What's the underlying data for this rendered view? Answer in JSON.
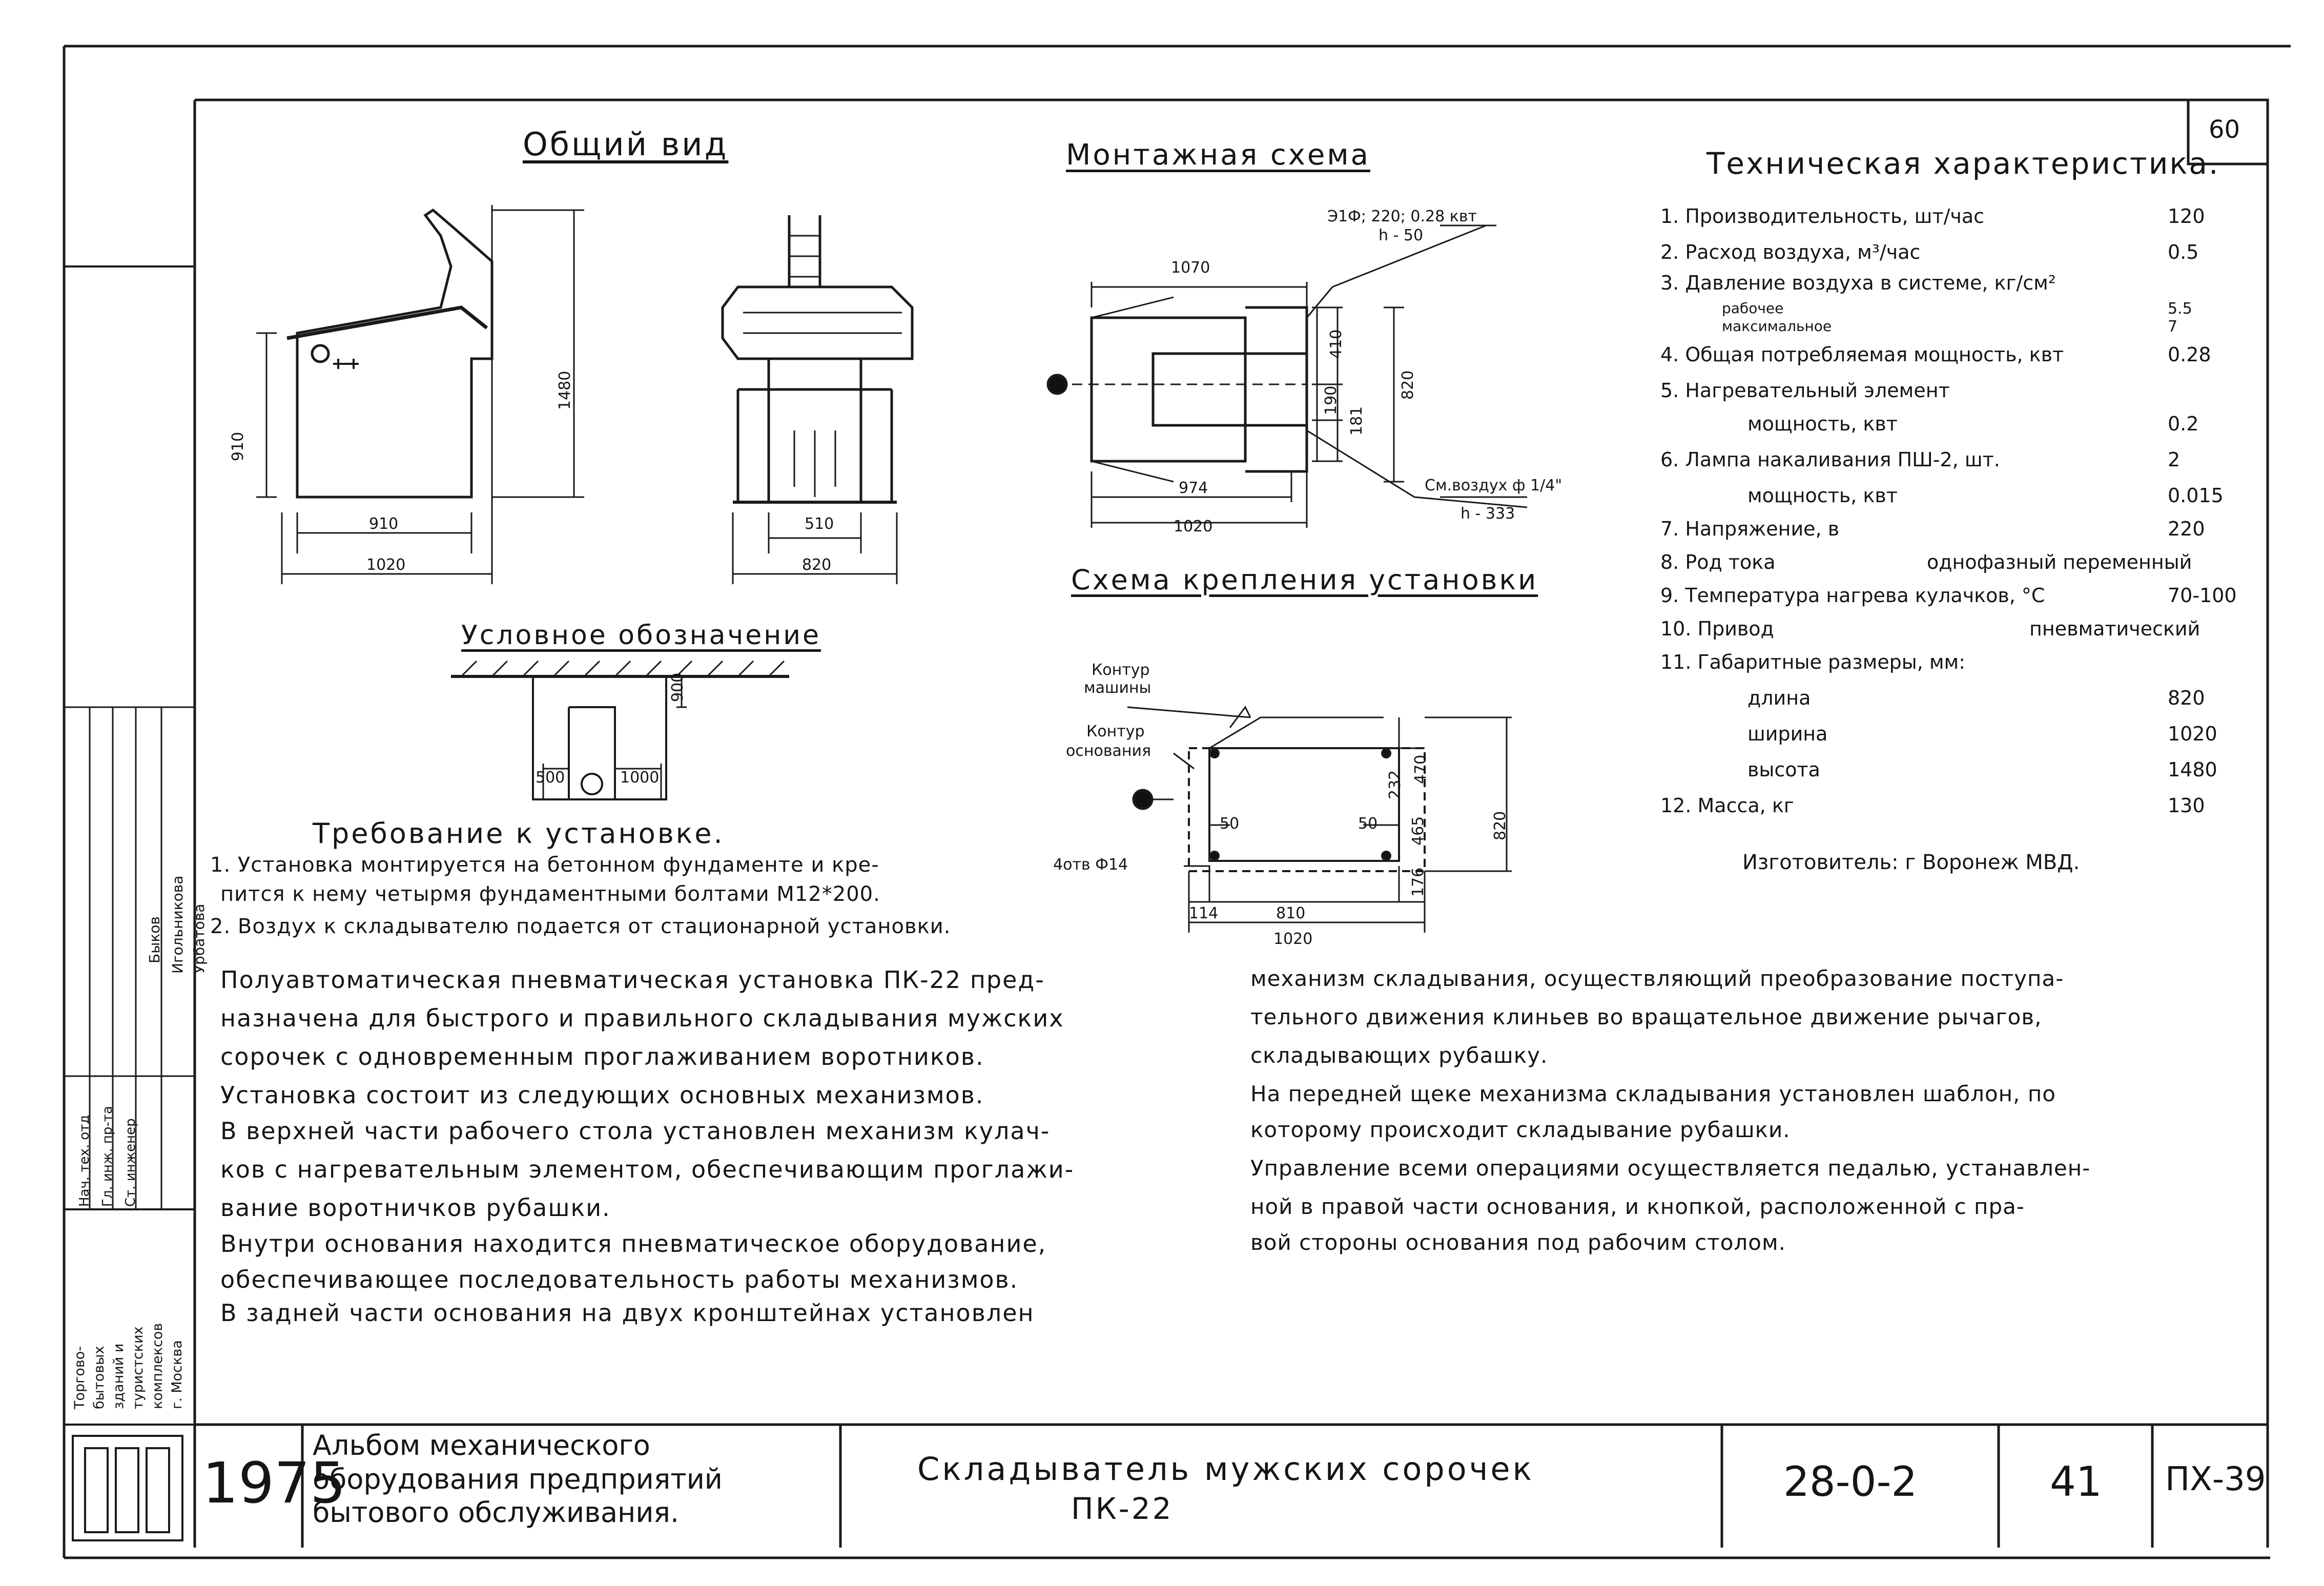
{
  "page": {
    "sheet_number": "60"
  },
  "general_view": {
    "title": "Общий вид",
    "dims": {
      "h910": "910",
      "h1480": "1480",
      "w910": "910",
      "w1020": "1020",
      "w510": "510",
      "w820": "820"
    }
  },
  "mounting_scheme": {
    "title": "Монтажная схема",
    "power_label": "Э1Ф; 220; 0.28 квт",
    "power_h": "h - 50",
    "air_label": "См.воздух ф 1/4\"",
    "air_h": "h - 333",
    "dims": {
      "d1070": "1070",
      "d410": "410",
      "d820": "820",
      "d190": "190",
      "d181": "181",
      "d974": "974",
      "d1020": "1020"
    }
  },
  "mounting_fix": {
    "title": "Схема крепления установки",
    "machine_contour": [
      "Контур",
      "машины"
    ],
    "base_contour": [
      "Контур",
      "основания"
    ],
    "holes": "4отв Ф14",
    "dims": {
      "d470": "470",
      "d232": "232",
      "d820": "820",
      "d50a": "50",
      "d50b": "50",
      "d465": "465",
      "d176": "176",
      "d114": "114",
      "d810": "810",
      "d1020": "1020"
    }
  },
  "symbol": {
    "title": "Условное обозначение",
    "dims": {
      "d900": "900",
      "d500": "500",
      "d1000": "1000"
    }
  },
  "specs": {
    "title": "Техническая характеристика.",
    "rows": [
      {
        "label": "1. Производительность, шт/час",
        "value": "120"
      },
      {
        "label": "2. Расход воздуха, м³/час",
        "value": "0.5"
      },
      {
        "label": "3. Давление воздуха в системе, кг/см²",
        "value": ""
      },
      {
        "label": "рабочее",
        "value": "5.5"
      },
      {
        "label": "максимальное",
        "value": "7"
      },
      {
        "label": "4. Общая потребляемая мощность, квт",
        "value": "0.28"
      },
      {
        "label": "5. Нагревательный элемент",
        "value": ""
      },
      {
        "label": "мощность, квт",
        "value": "0.2"
      },
      {
        "label": "6. Лампа накаливания ПШ-2, шт.",
        "value": "2"
      },
      {
        "label": "мощность, квт",
        "value": "0.015"
      },
      {
        "label": "7. Напряжение, в",
        "value": "220"
      },
      {
        "label": "8. Род тока",
        "value": "однофазный переменный"
      },
      {
        "label": "9. Температура нагрева кулачков, °С",
        "value": "70-100"
      },
      {
        "label": "10. Привод",
        "value": "пневматический"
      },
      {
        "label": "11. Габаритные размеры, мм:",
        "value": ""
      },
      {
        "label": "длина",
        "value": "820"
      },
      {
        "label": "ширина",
        "value": "1020"
      },
      {
        "label": "высота",
        "value": "1480"
      },
      {
        "label": "12. Масса, кг",
        "value": "130"
      }
    ],
    "manufacturer": "Изготовитель: г Воронеж МВД."
  },
  "requirements": {
    "title": "Требование к установке.",
    "lines": [
      "1. Установка монтируется на бетонном фундаменте и кре-",
      "пится к нему четырмя фундаментными болтами М12*200.",
      "2. Воздух к складывателю подается от стационарной установки."
    ]
  },
  "description": {
    "left": [
      "Полуавтоматическая пневматическая установка ПК-22 пред-",
      "назначена для быстрого и правильного складывания мужских",
      "сорочек с одновременным проглаживанием воротников.",
      "Установка состоит из следующих основных механизмов.",
      "В верхней части рабочего стола установлен механизм кулач-",
      "ков с нагревательным элементом, обеспечивающим проглажи-",
      "вание воротничков рубашки.",
      "Внутри основания находится пневматическое оборудование,",
      "обеспечивающее последовательность работы механизмов.",
      "В задней части основания на двух кронштейнах установлен"
    ],
    "right": [
      "механизм складывания, осуществляющий преобразование поступа-",
      "тельного движения клиньев во вращательное движение рычагов,",
      "складывающих рубашку.",
      "На передней щеке механизма складывания установлен шаблон, по",
      "которому происходит складывание рубашки.",
      "Управление всеми операциями осуществляется педалью, устанавлен-",
      "ной в правой части основания, и кнопкой, расположенной с пра-",
      "вой стороны основания под рабочим столом."
    ]
  },
  "side_stamp": {
    "roles": [
      "Нач. тех. отд",
      "Гл. инж. пр-та",
      "Ст. инженер"
    ],
    "names": [
      "Быков",
      "Игольникова",
      "Урбатова"
    ],
    "org": [
      "Торгово-",
      "бытовых",
      "зданий и",
      "туристских",
      "комплексов",
      "г. Москва"
    ]
  },
  "title_block": {
    "year": "1975",
    "album": [
      "Альбом механического",
      "оборудования предприятий",
      "бытового обслуживания."
    ],
    "product": [
      "Складыватель мужских сорочек",
      "ПК-22"
    ],
    "code": "28-0-2",
    "page": "41",
    "sheet": "ПХ-39"
  }
}
